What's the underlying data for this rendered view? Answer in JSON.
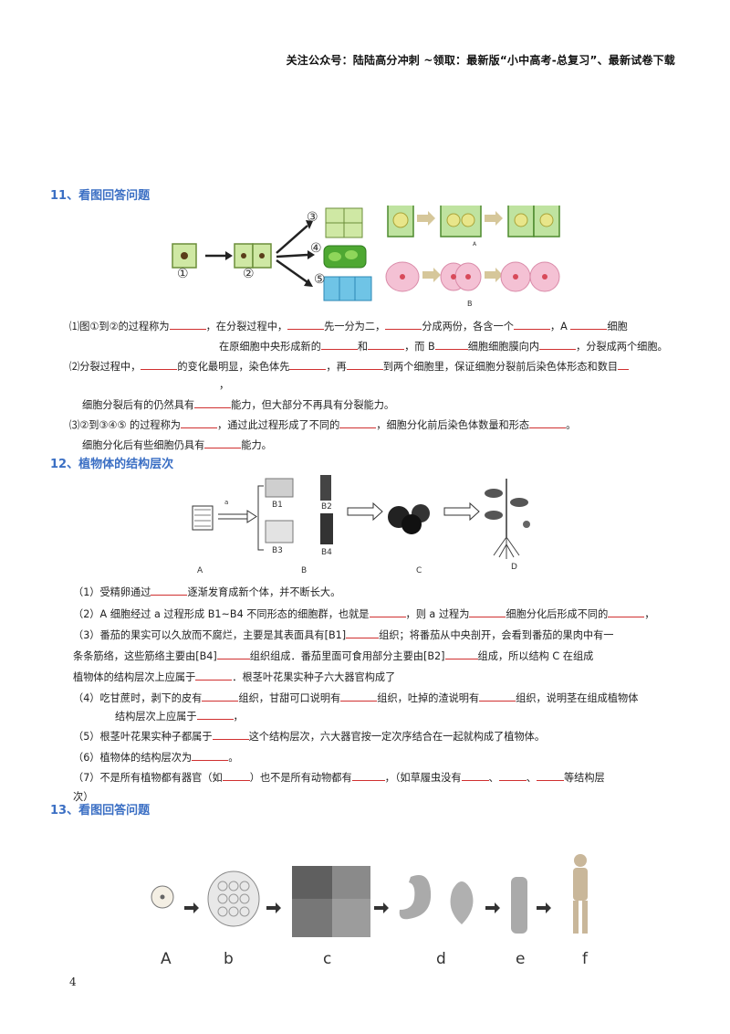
{
  "header": "关注公众号：陆陆高分冲刺 ~领取：最新版“小中高考-总复习”、最新试卷下载",
  "q11": {
    "title": "11、看图回答问题",
    "fig_labels": [
      "①",
      "②",
      "③",
      "④",
      "⑤",
      "A",
      "B"
    ],
    "lines": [
      [
        "⑴图①到②的过程称为",
        "，在分裂过程中，",
        "先一分为二，",
        "分成两份，各含一个",
        "，A ",
        "细胞"
      ],
      [
        "在原细胞中央形成新的",
        "和",
        "，而 B",
        "细胞细胞膜向内",
        "，分裂成两个细胞。"
      ],
      [
        "⑵分裂过程中，",
        "的变化最明显，染色体先",
        "，再",
        "到两个细胞里，保证细胞分裂前后染色体形态和数目"
      ],
      [
        "，"
      ],
      [
        "细胞分裂后有的仍然具有",
        "能力，但大部分不再具有分裂能力。"
      ],
      [
        "⑶②到③④⑤ 的过程称为",
        "，通过此过程形成了不同的",
        "，细胞分化前后染色体数量和形态",
        "。"
      ],
      [
        "细胞分化后有些细胞仍具有",
        "能力。"
      ]
    ]
  },
  "q12": {
    "title": "12、植物体的结构层次",
    "fig_labels": [
      "a",
      "B1",
      "B2",
      "B3",
      "B4",
      "A",
      "B",
      "C",
      "D"
    ],
    "lines": [
      [
        "（1）受精卵通过",
        "逐渐发育成新个体，并不断长大。"
      ],
      [
        "（2）A 细胞经过 a 过程形成 B1~B4 不同形态的细胞群，也就是",
        "，则 a 过程为",
        "细胞分化后形成不同的",
        "，"
      ],
      [
        "（3）番茄的果实可以久放而不腐烂，主要是其表面具有[",
        "B1",
        "]",
        "组织；将番茄从中央剖开，会看到番茄的果肉中有一"
      ],
      [
        "条条筋络，这些筋络主要由[",
        "B4",
        "]",
        "组织组成．番茄里面可食用部分主要由[",
        "B2",
        "]",
        "组成，所以结构 C 在组成"
      ],
      [
        "植物体的结构层次上应属于",
        "．根茎叶花果实种子六大器官构成了"
      ],
      [
        "（4）吃甘蔗时，剥下的皮有",
        "组织，甘甜可口说明有",
        "组织，吐掉的渣说明有",
        "组织，说明茎在组成植物体"
      ],
      [
        "结构层次上应属于",
        "，"
      ],
      [
        "（5）根茎叶花果实种子都属于",
        "这个结构层次，六大器官按一定次序结合在一起就构成了植物体。"
      ],
      [
        "（6）植物体的结构层次为",
        "。"
      ],
      [
        "（7）不是所有植物都有器官（如",
        "）也不是所有动物都有",
        "，（如草履虫没有",
        "、",
        "、",
        "等结构层"
      ],
      [
        "次）"
      ]
    ]
  },
  "q13": {
    "title": "13、看图回答问题",
    "fig_labels": [
      "A",
      "b",
      "c",
      "d",
      "e",
      "f"
    ]
  },
  "page_number": "4"
}
